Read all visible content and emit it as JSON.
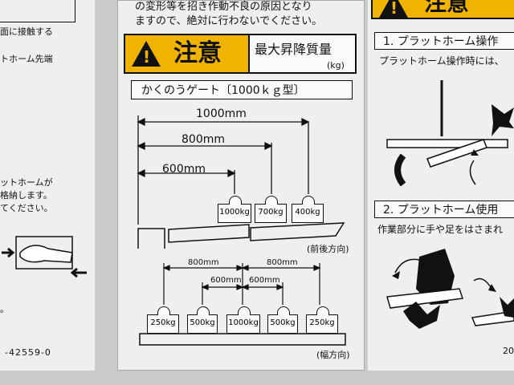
{
  "left_panel": {
    "lines": [
      "面に接触する",
      "トホーム先端",
      "ットホームが",
      "格納します。",
      "てください。",
      "。",
      "-42559-0"
    ]
  },
  "center_panel": {
    "top_lines": [
      "の変形等を招き作動不良の原因となり",
      "ますので、絶対に行わないでください。"
    ],
    "caution_label": "注意",
    "max_lift_title": "最大昇降質量",
    "max_lift_unit": "(kg)",
    "model_title": "かくのうゲート〔1000ｋｇ型〕",
    "side_view": {
      "distances": [
        "1000mm",
        "800mm",
        "600mm"
      ],
      "weights": [
        "1000kg",
        "700kg",
        "400kg"
      ],
      "direction_label": "(前後方向)"
    },
    "width_view": {
      "outer_distances": [
        "800mm",
        "800mm"
      ],
      "inner_distances": [
        "600mm",
        "600mm"
      ],
      "weights": [
        "250kg",
        "500kg",
        "1000kg",
        "500kg",
        "250kg"
      ],
      "direction_label": "(幅方向)"
    }
  },
  "right_panel": {
    "caution_label": "注意",
    "item1_title": "1. プラットホーム操作",
    "item1_text": "プラットホーム操作時には、",
    "item2_title": "2. プラットホーム使用",
    "item2_text": "作業部分に手や足をはさまれ",
    "footer": "20"
  }
}
